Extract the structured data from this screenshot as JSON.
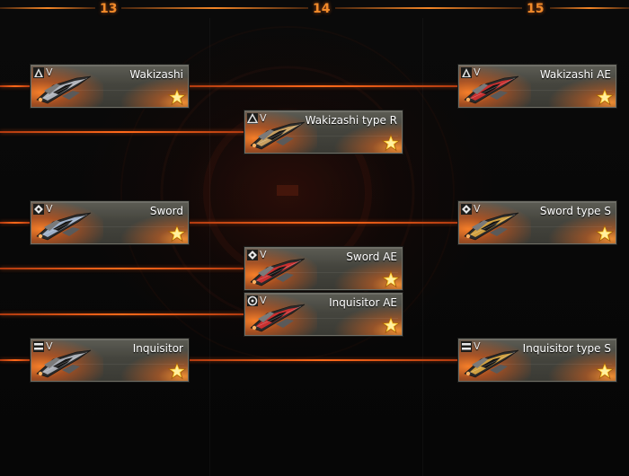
{
  "levels": [
    {
      "label": "13"
    },
    {
      "label": "14"
    },
    {
      "label": "15"
    }
  ],
  "colors": {
    "accent": "#f08a2a",
    "connector": "#ff6a1a",
    "card": "#4a4a43"
  },
  "ships": [
    {
      "name": "Wakizashi",
      "tier": "V",
      "class_icon": "triangle-class-icon",
      "ship_color": "#b0b4bc"
    },
    {
      "name": "Wakizashi AE",
      "tier": "V",
      "class_icon": "triangle-class-icon",
      "ship_color": "#c83030"
    },
    {
      "name": "Wakizashi type R",
      "tier": "V",
      "class_icon": "triangle-outline-class-icon",
      "ship_color": "#c8a060"
    },
    {
      "name": "Sword",
      "tier": "V",
      "class_icon": "diamond-class-icon",
      "ship_color": "#9fb0c8"
    },
    {
      "name": "Sword type S",
      "tier": "V",
      "class_icon": "diamond-class-icon",
      "ship_color": "#d0a040"
    },
    {
      "name": "Sword AE",
      "tier": "V",
      "class_icon": "diamond-class-icon",
      "ship_color": "#c83030"
    },
    {
      "name": "Inquisitor AE",
      "tier": "V",
      "class_icon": "circle-class-icon",
      "ship_color": "#c83030"
    },
    {
      "name": "Inquisitor",
      "tier": "V",
      "class_icon": "bars-class-icon",
      "ship_color": "#a8acb4"
    },
    {
      "name": "Inquisitor type S",
      "tier": "V",
      "class_icon": "bars-class-icon",
      "ship_color": "#d0a040"
    }
  ]
}
